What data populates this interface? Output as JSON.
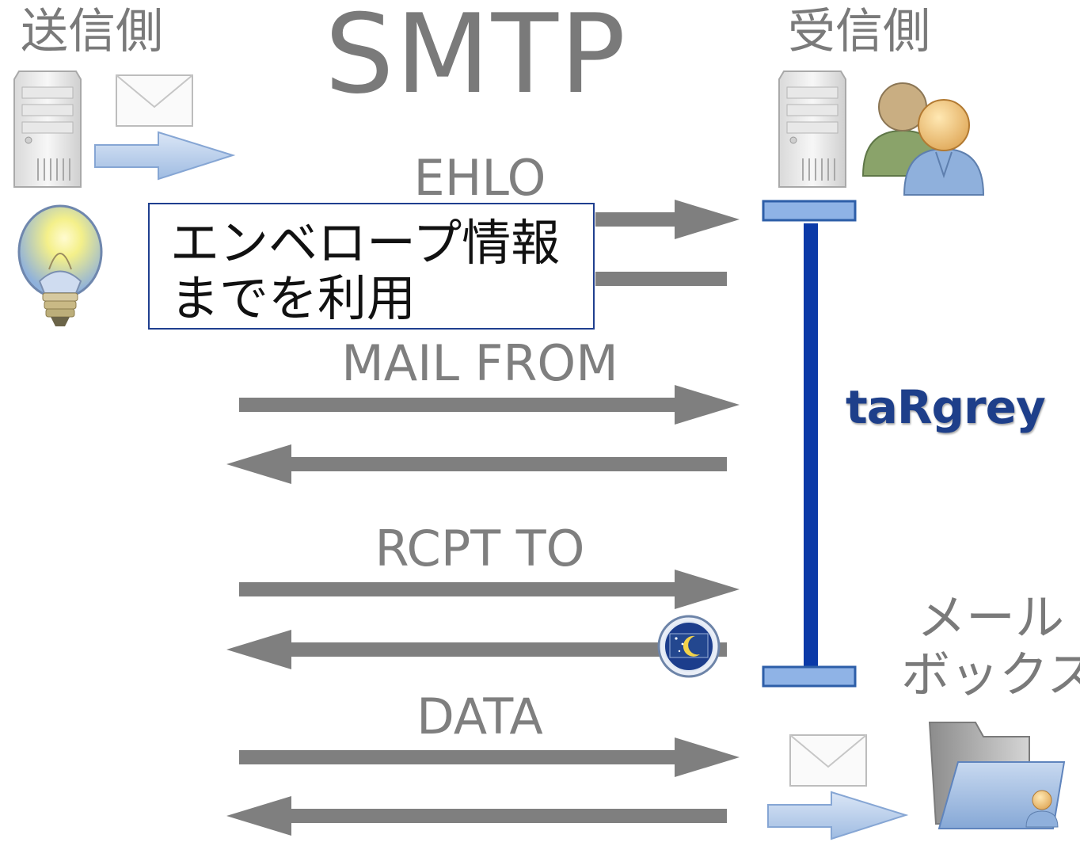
{
  "headings": {
    "sender": "送信側",
    "title": "SMTP",
    "receiver": "受信側"
  },
  "commands": {
    "ehlo": "EHLO",
    "mail_from": "MAIL FROM",
    "rcpt_to": "RCPT TO",
    "data": "DATA"
  },
  "note": {
    "line1": "エンベロープ情報",
    "line2": "までを利用"
  },
  "brand": "taRgrey",
  "mailbox": {
    "line1": "メール",
    "line2": "ボックス"
  },
  "icons": [
    "server-icon",
    "envelope-icon",
    "arrow-right-icon",
    "lightbulb-icon",
    "users-icon",
    "moon-sleep-icon",
    "folder-user-icon"
  ],
  "colors": {
    "arrow": "#7f7f7f",
    "bar": "#0b3aa8",
    "label": "#7a7a7a",
    "note_border": "#1f3f8f"
  }
}
